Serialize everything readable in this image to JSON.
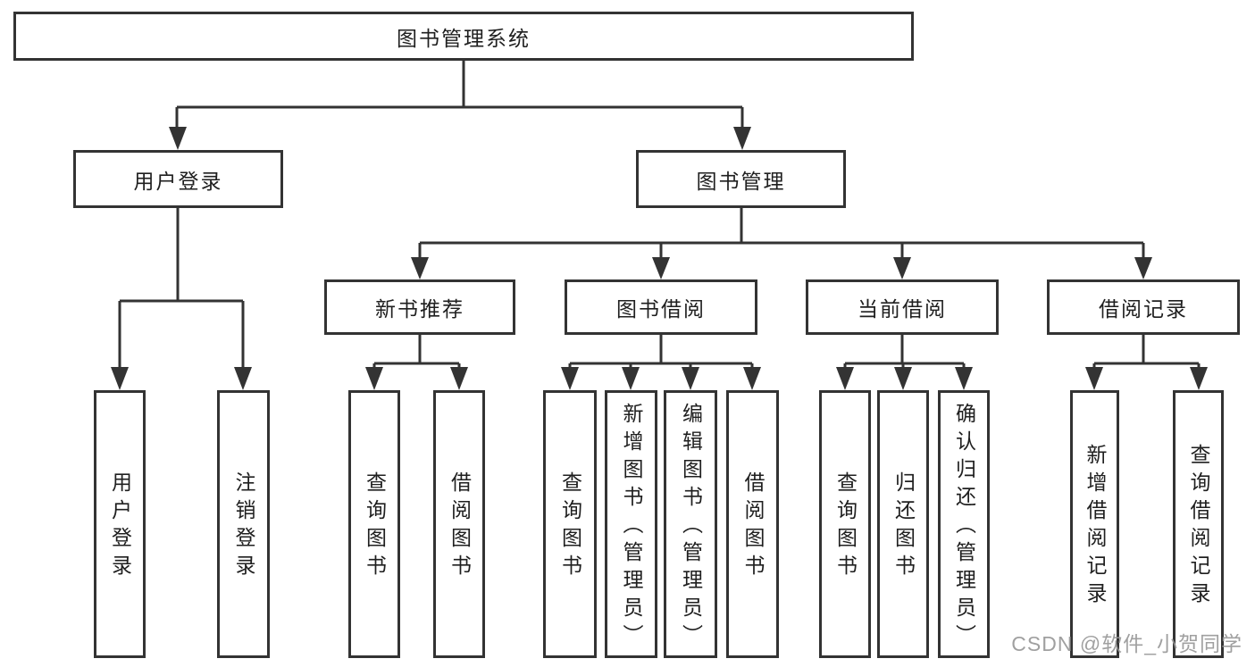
{
  "nodes": {
    "root": "图书管理系统",
    "user_login": "用户登录",
    "book_management": "图书管理",
    "new_book_recommend": "新书推荐",
    "book_borrow": "图书借阅",
    "current_borrow": "当前借阅",
    "borrow_record": "借阅记录",
    "user_login_leaf": "用户登录",
    "logout_leaf": "注销登录",
    "nb_query_books": "查询图书",
    "nb_borrow_books": "借阅图书",
    "bb_query_books": "查询图书",
    "bb_add_books": "新增图书（管理员）",
    "bb_edit_books": "编辑图书（管理员）",
    "bb_borrow_books": "借阅图书",
    "cb_query_books": "查询图书",
    "cb_return_books": "归还图书",
    "cb_confirm_return": "确认归还（管理员）",
    "br_add_record": "新增借阅记录",
    "br_query_record": "查询借阅记录"
  },
  "watermark": "CSDN @软件_小贺同学",
  "colors": {
    "line": "#333333",
    "box_background": "#ffffff",
    "text": "#1f1f1f",
    "watermark": "#969696"
  }
}
